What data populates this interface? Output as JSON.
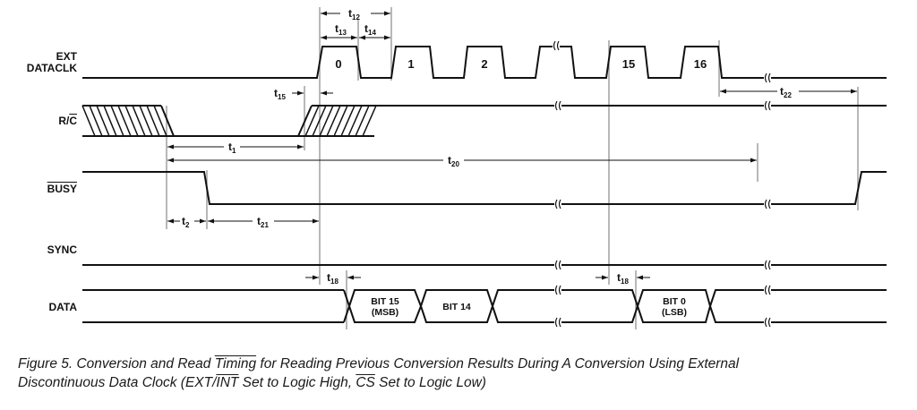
{
  "figure": {
    "caption_line1_parts": [
      "Figure 5.  Conversion and Read ",
      "Timing",
      " for Reading Previous Conversion Results During A Conversion Using External"
    ],
    "caption_line2_parts": [
      "Discontinuous Data Clock (EXT/",
      "INT",
      " Set to Logic High, ",
      "CS",
      " Set to Logic Low)"
    ]
  },
  "signals": {
    "ext_dataclk": {
      "line1": "EXT",
      "line2": "DATACLK"
    },
    "r_c": {
      "prefix": "R/",
      "overbar": "C"
    },
    "busy": {
      "overbar": "BUSY"
    },
    "sync": {
      "label": "SYNC"
    },
    "data": {
      "label": "DATA"
    }
  },
  "clock_pulses": [
    "0",
    "1",
    "2",
    "",
    "15",
    "16"
  ],
  "data_bits": [
    {
      "line1": "BIT 15",
      "line2": "(MSB)"
    },
    {
      "line1": "BIT 14",
      "line2": ""
    },
    {
      "line1": "",
      "line2": ""
    },
    {
      "line1": "BIT 0",
      "line2": "(LSB)"
    }
  ],
  "timing_params": {
    "t1": {
      "base": "t",
      "sub": "1"
    },
    "t2": {
      "base": "t",
      "sub": "2"
    },
    "t12": {
      "base": "t",
      "sub": "12"
    },
    "t13": {
      "base": "t",
      "sub": "13"
    },
    "t14": {
      "base": "t",
      "sub": "14"
    },
    "t15": {
      "base": "t",
      "sub": "15"
    },
    "t18a": {
      "base": "t",
      "sub": "18"
    },
    "t18b": {
      "base": "t",
      "sub": "18"
    },
    "t20": {
      "base": "t",
      "sub": "20"
    },
    "t21": {
      "base": "t",
      "sub": "21"
    },
    "t22": {
      "base": "t",
      "sub": "22"
    }
  },
  "colors": {
    "signal": "#111111",
    "guide": "#888888",
    "text": "#111111"
  }
}
